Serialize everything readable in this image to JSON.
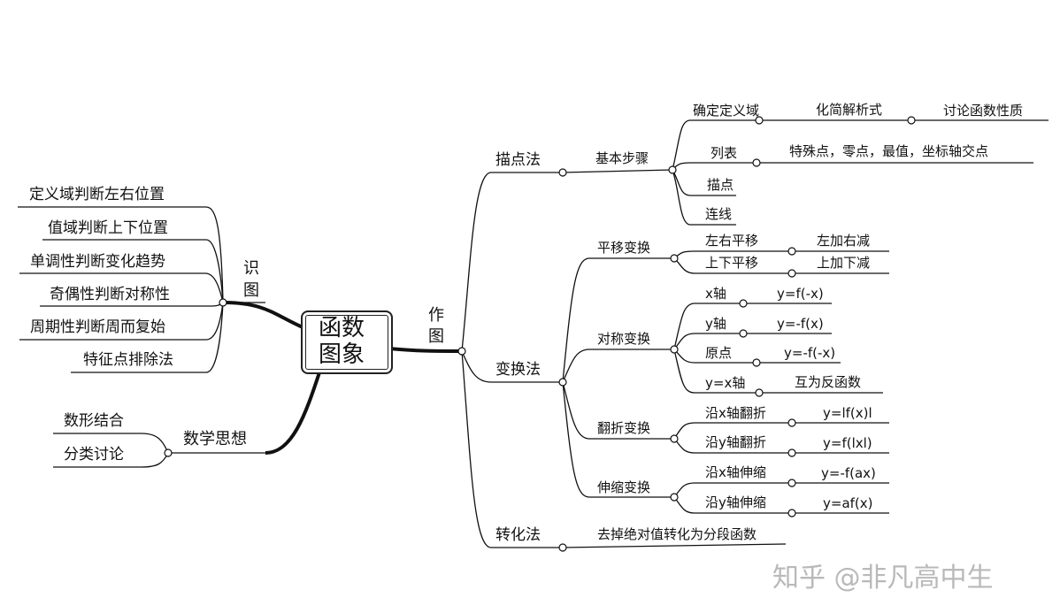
{
  "root": {
    "line1": "函数",
    "line2": "图象"
  },
  "left": {
    "shi_tu": {
      "label_top": "识",
      "label_bottom": "图"
    },
    "shi_tu_items": [
      "定义域判断左右位置",
      "值域判断上下位置",
      "单调性判断变化趋势",
      "奇偶性判断对称性",
      "周期性判断周而复始",
      "特征点排除法"
    ],
    "thought": {
      "label": "数学思想",
      "items": [
        "数形结合",
        "分类讨论"
      ]
    }
  },
  "right": {
    "zuo_tu": {
      "label_top": "作",
      "label_bottom": "图"
    },
    "miao_dian": {
      "label": "描点法",
      "step": "基本步骤",
      "row1": [
        "确定定义域",
        "化简解析式",
        "讨论函数性质"
      ],
      "row2": [
        "列表",
        "特殊点，零点，最值，坐标轴交点"
      ],
      "row3": "描点",
      "row4": "连线"
    },
    "bian_huan": {
      "label": "变换法",
      "ping_yi": {
        "label": "平移变换",
        "items": [
          [
            "左右平移",
            "左加右减"
          ],
          [
            "上下平移",
            "上加下减"
          ]
        ]
      },
      "dui_cheng": {
        "label": "对称变换",
        "items": [
          [
            "x轴",
            "y=f(-x)"
          ],
          [
            "y轴",
            "y=-f(x)"
          ],
          [
            "原点",
            "y=-f(-x)"
          ],
          [
            "y=x轴",
            "互为反函数"
          ]
        ]
      },
      "fan_zhe": {
        "label": "翻折变换",
        "items": [
          [
            "沿x轴翻折",
            "y=lf(x)l"
          ],
          [
            "沿y轴翻折",
            "y=f(lxl)"
          ]
        ]
      },
      "shen_suo": {
        "label": "伸缩变换",
        "items": [
          [
            "沿x轴伸缩",
            "y=-f(ax)"
          ],
          [
            "沿y轴伸缩",
            "y=af(x)"
          ]
        ]
      }
    },
    "zhuan_hua": {
      "label": "转化法",
      "item": "去掉绝对值转化为分段函数"
    }
  },
  "watermark": "知乎 @非凡高中生"
}
